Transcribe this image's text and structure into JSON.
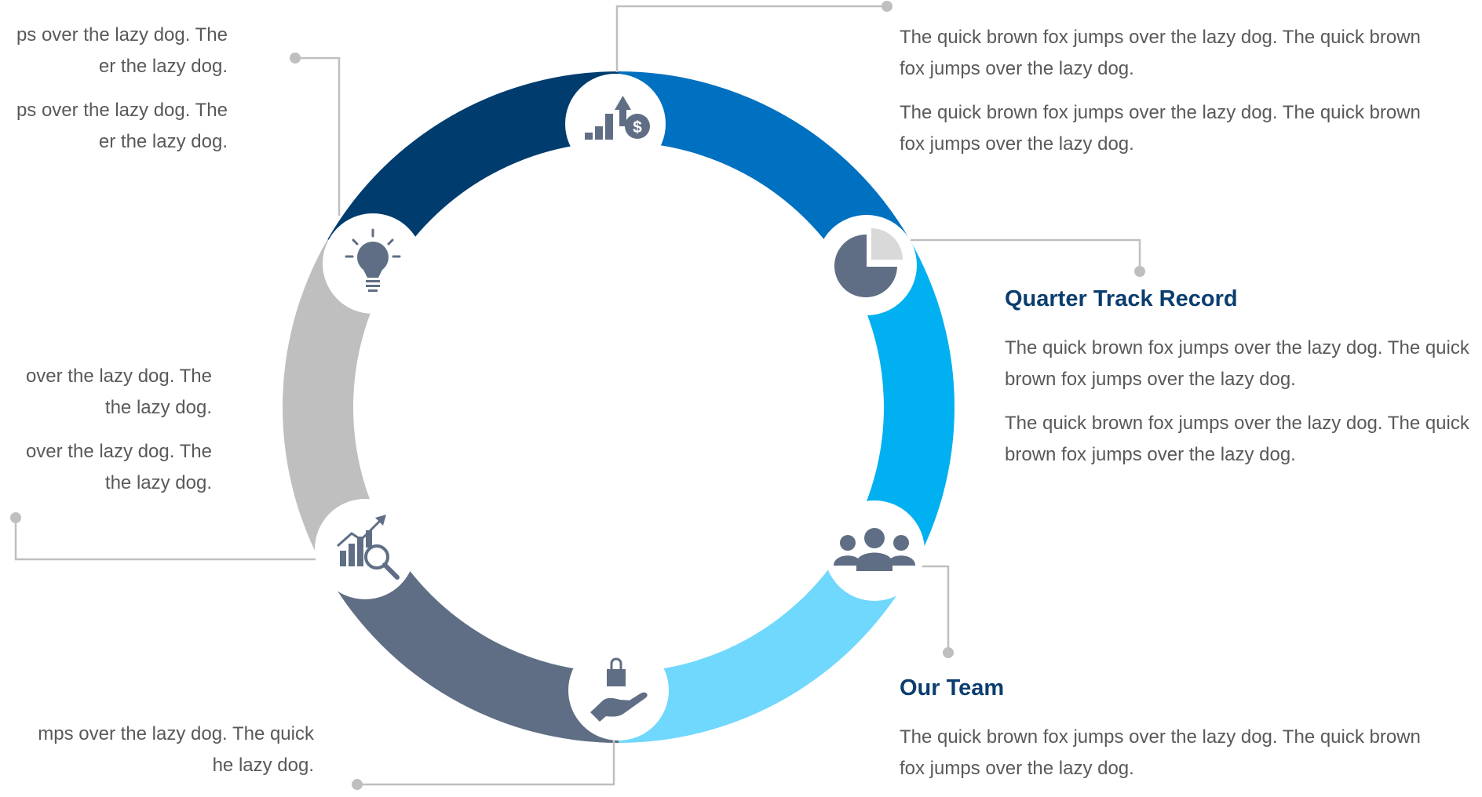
{
  "ring": {
    "segment_colors": [
      "#0070c0",
      "#00b0f0",
      "#71d8fd",
      "#5f6e84",
      "#bfbfbf",
      "#003c6e"
    ],
    "icon_color": "#5f6e84",
    "connector_color": "#bfbfbf",
    "title_color": "#0b3d6e",
    "text_color": "#595959"
  },
  "nodes": [
    {
      "id": "top",
      "icon": "bar-chart-dollar-icon"
    },
    {
      "id": "upper-right",
      "icon": "pie-chart-icon"
    },
    {
      "id": "lower-right",
      "icon": "team-icon"
    },
    {
      "id": "bottom",
      "icon": "hand-shopping-bag-icon"
    },
    {
      "id": "lower-left",
      "icon": "growth-chart-magnifier-icon"
    },
    {
      "id": "upper-left",
      "icon": "light-bulb-icon"
    }
  ],
  "blocks": {
    "top_right": {
      "title": "",
      "p1": "The quick brown fox jumps over the lazy dog. The quick brown fox jumps over the lazy dog.",
      "p2": "The quick brown fox jumps over the lazy dog. The quick brown fox jumps over the lazy dog."
    },
    "right_mid": {
      "title": "Quarter Track Record",
      "p1": "The quick brown fox jumps over the lazy dog. The quick brown fox jumps over the lazy dog.",
      "p2": "The quick brown fox jumps over the lazy dog. The quick brown fox jumps over the lazy dog."
    },
    "bottom_right": {
      "title": "Our Team",
      "p1": "The quick brown fox jumps over the lazy dog. The quick brown fox jumps over the lazy dog."
    },
    "top_left": {
      "p1": "ps over the lazy dog. The\ner the lazy dog.",
      "p2": "ps over the lazy dog. The\ner the lazy dog."
    },
    "mid_left": {
      "p1": "over the lazy dog. The\n the lazy dog.",
      "p2": "over the lazy dog. The\n the lazy dog."
    },
    "bottom_left": {
      "p1": "mps over the lazy dog. The quick\nhe lazy dog."
    }
  }
}
